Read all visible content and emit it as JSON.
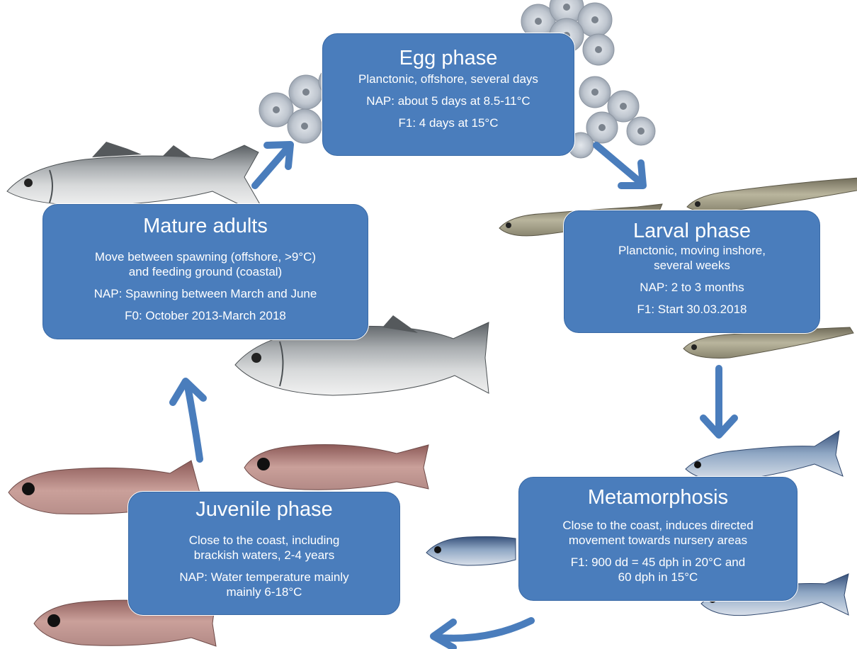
{
  "stages": {
    "egg": {
      "title": "Egg phase",
      "line1": "Planctonic, offshore, several days",
      "line2": "NAP: about 5 days at 8.5-11°C",
      "line3": "F1: 4 days at 15°C"
    },
    "adults": {
      "title": "Mature adults",
      "line1": "Move between spawning (offshore, >9°C)",
      "line2": "and feeding ground (coastal)",
      "line3": "NAP: Spawning between March and June",
      "line4": "F0: October 2013-March 2018"
    },
    "larval": {
      "title": "Larval phase",
      "line1": "Planctonic, moving inshore,",
      "line2": "several weeks",
      "line3": "NAP: 2 to 3 months",
      "line4": "F1: Start 30.03.2018"
    },
    "meta": {
      "title": "Metamorphosis",
      "line1": "Close to the coast, induces directed",
      "line2": "movement towards nursery areas",
      "line3": "F1: 900 dd = 45 dph in 20°C and",
      "line4": "60 dph in 15°C"
    },
    "juvenile": {
      "title": "Juvenile phase",
      "line1": "Close to the coast, including",
      "line2": "brackish waters, 2-4 years",
      "line3": "NAP: Water temperature mainly",
      "line4": "mainly 6-18°C"
    }
  },
  "colors": {
    "box": "#4a7dbc",
    "arrow": "#4a7dbc"
  },
  "icons": [
    "egg-cluster-icon",
    "adult-fish-icon",
    "larva-icon",
    "metamorph-fish-icon",
    "juvenile-fish-icon",
    "cycle-arrow-icon"
  ]
}
